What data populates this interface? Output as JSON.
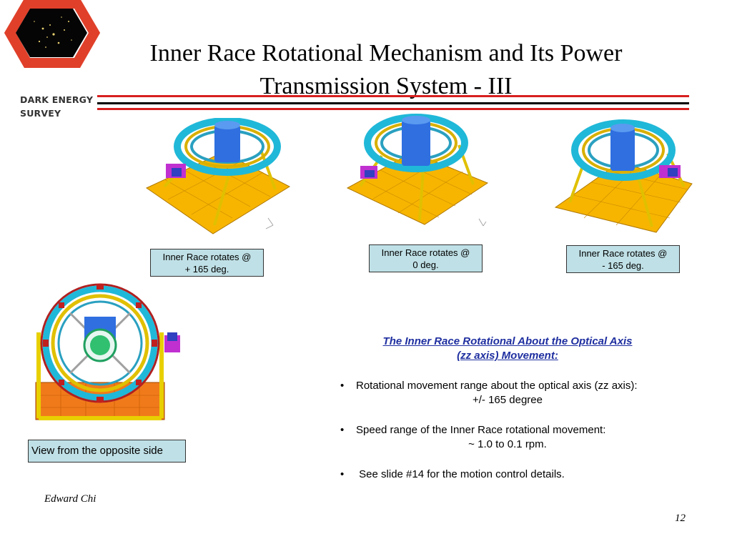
{
  "logo": {
    "line1": "DARK ENERGY",
    "line2": "SURVEY"
  },
  "title": {
    "line1": "Inner Race Rotational Mechanism and Its Power",
    "line2": "Transmission System - III"
  },
  "renders": [
    {
      "icon": "telescope-render-plus165-icon"
    },
    {
      "icon": "telescope-render-zero-icon"
    },
    {
      "icon": "telescope-render-minus165-icon"
    }
  ],
  "captions": [
    {
      "line1": "Inner Race rotates @",
      "line2": "+ 165 deg."
    },
    {
      "line1": "Inner Race rotates @",
      "line2": "0 deg."
    },
    {
      "line1": "Inner Race rotates @",
      "line2": "- 165 deg."
    }
  ],
  "opposite_view": {
    "label": "View from the opposite side",
    "icon": "telescope-front-view-icon"
  },
  "text_block": {
    "heading_line1": "The Inner Race Rotational About the Optical Axis",
    "heading_line2": "(zz axis) Movement:",
    "bullets": [
      {
        "line1": "Rotational movement range about the optical axis (zz axis):",
        "line2": "+/- 165 degree"
      },
      {
        "line1": "Speed range of the Inner Race rotational movement:",
        "line2": "~ 1.0 to 0.1 rpm."
      },
      {
        "line1": " See slide #14 for the motion control details.",
        "line2": ""
      }
    ]
  },
  "footer": {
    "author": "Edward Chi",
    "page": "12"
  },
  "colors": {
    "accent_red": "#d71f1f",
    "caption_bg": "#bfe0e6",
    "heading_blue": "#1f2fa0",
    "platform": "#f7b500",
    "ring": "#20b8d8"
  }
}
